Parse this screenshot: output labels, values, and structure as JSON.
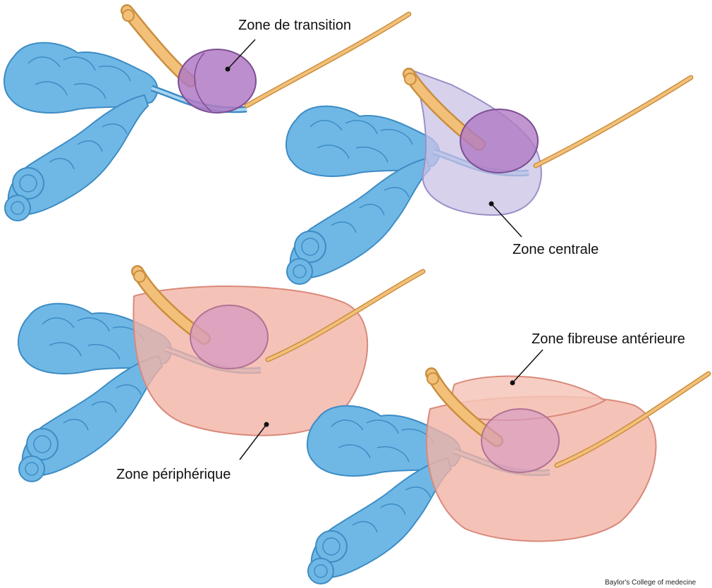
{
  "labels": {
    "transition": "Zone de transition",
    "centrale": "Zone centrale",
    "peripherique": "Zone périphérique",
    "fibreuse": "Zone fibreuse antérieure"
  },
  "credit": "Baylor's College of medecine",
  "colors": {
    "vesicle": "#6fb8e6",
    "vesicle_dark": "#3d8cc4",
    "urethra": "#f3c07a",
    "urethra_dark": "#c98f3e",
    "transition_zone": "#b07ac4",
    "central_zone": "#c9c2e6",
    "peripheral_zone": "#f3b3a6",
    "fibromuscular_zone": "#f6c6b8"
  }
}
